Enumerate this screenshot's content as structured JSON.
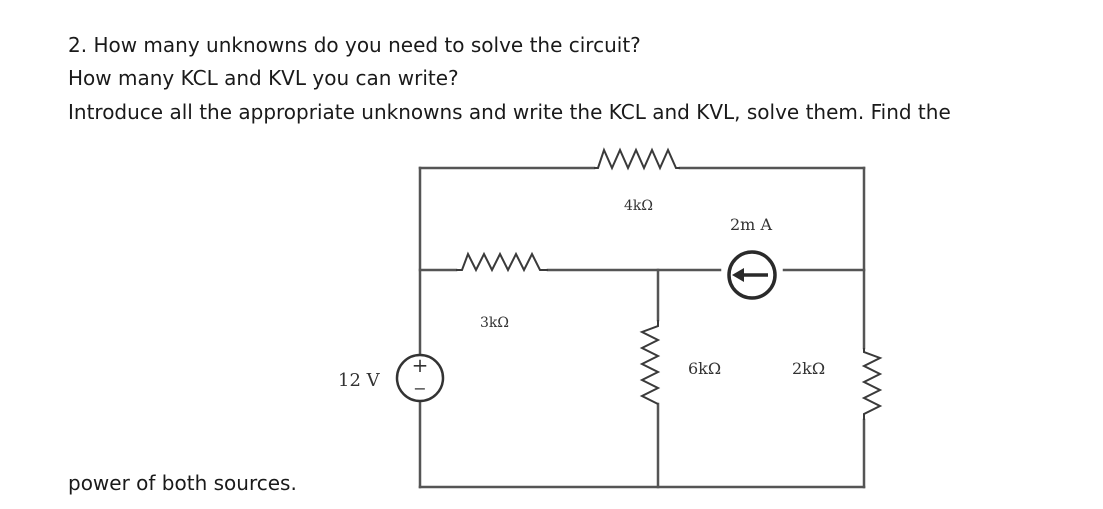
{
  "question": {
    "line1": "2. How many unknowns do you need to solve the circuit?",
    "line2": "How many KCL and KVL you can write?",
    "line3": "Introduce all the appropriate unknowns and write the KCL and KVL, solve them. Find the",
    "line4": "power of both sources."
  },
  "circuit": {
    "voltage_source": {
      "label": "12 V",
      "plus": "+",
      "minus": "−"
    },
    "resistor_top": {
      "label": "4kΩ"
    },
    "resistor_middle": {
      "label": "3kΩ"
    },
    "current_source": {
      "label": "2m A"
    },
    "resistor_6k": {
      "label": "6kΩ"
    },
    "resistor_2k": {
      "label": "2kΩ"
    }
  }
}
